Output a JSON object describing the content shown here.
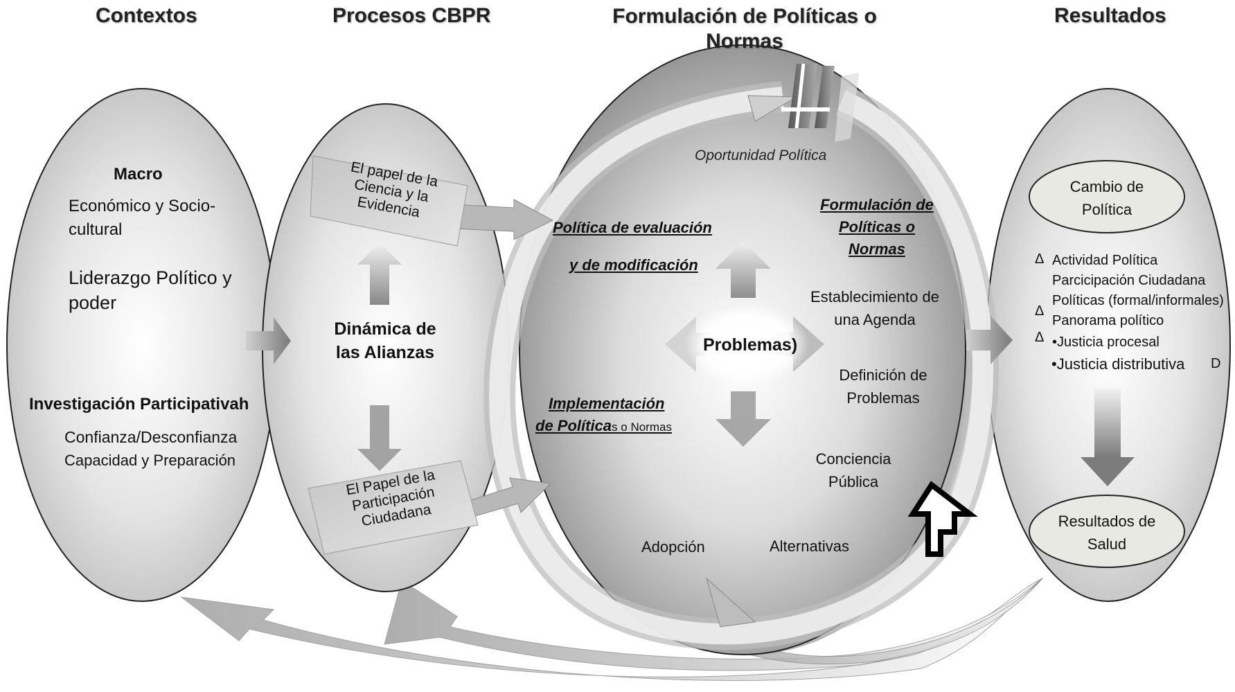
{
  "headers": {
    "contextos": "Contextos",
    "procesos": "Procesos CBPR",
    "formulacion": "Formulación de Políticas o Normas",
    "resultados": "Resultados"
  },
  "contextos": {
    "macro": "Macro",
    "economico": "Económico y Socio-",
    "cultural": "cultural",
    "liderazgo": "Liderazgo Político y",
    "poder": "poder",
    "investigacion": "Investigación Participativah",
    "confianza": "Confianza/Desconfianza",
    "capacidad": "Capacidad y Preparación"
  },
  "procesos": {
    "ciencia": [
      "El papel de la",
      "Ciencia y la",
      "Evidencia"
    ],
    "dinamica": [
      "Dinámica de",
      "las Alianzas"
    ],
    "participacion": [
      "El Papel de la",
      "Participación",
      "Ciudadana"
    ]
  },
  "formulacion": {
    "oportunidad": "Oportunidad Política",
    "evaluacion_1": "Política de evaluación",
    "evaluacion_2": "y de modificación",
    "formulacion": [
      "Formulación de",
      "Políticas o",
      "Normas"
    ],
    "establecimiento": [
      "Establecimiento de",
      "una Agenda"
    ],
    "problemas": "Problemas)",
    "definicion": [
      "Definición de",
      "Problemas"
    ],
    "implementacion_1": "Implementación",
    "implementacion_2a": "de Política",
    "implementacion_2b": "s o Normas",
    "conciencia": [
      "Conciencia",
      "Pública"
    ],
    "adopcion": "Adopción",
    "alternativas": "Alternativas"
  },
  "resultados": {
    "cambio": [
      "Cambio de",
      "Política"
    ],
    "delta": "Δ",
    "actividad": "Actividad Política",
    "participacion": "Parcicipación Ciudadana",
    "politicas": "Políticas (formal/informales)",
    "panorama": "Panorama político",
    "justicia_procesal": "•Justicia procesal",
    "justicia_distributiva": "•Justicia distributiva",
    "d": "D",
    "salud": [
      "Resultados de",
      "Salud"
    ]
  }
}
